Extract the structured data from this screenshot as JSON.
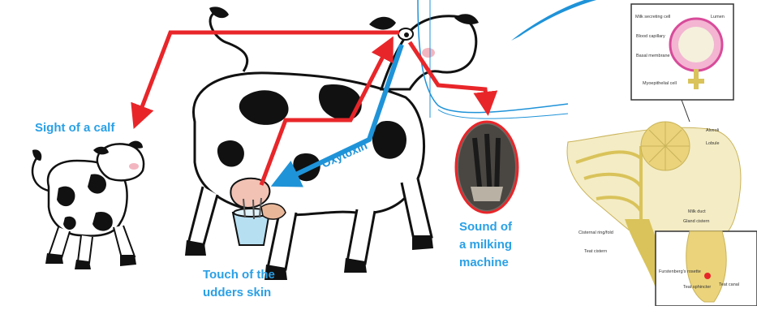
{
  "labels": {
    "sight_of_calf": "Sight of a calf",
    "oxytoxin": "Oxytoxin",
    "sound_line1": "Sound of",
    "sound_line2": "a milking",
    "sound_line3": "machine",
    "touch_line1": "Touch of the",
    "touch_line2": "udders skin"
  },
  "gland_labels": {
    "milk_secreting_cell": "Milk secreting cell",
    "lumen": "Lumen",
    "blood_capillary": "Blood capillary",
    "basal_membrane": "Basal membrane",
    "myoepithelial_cell": "Myoepithelial cell",
    "alveoli": "Alveoli",
    "lobule": "Lobule",
    "milk_duct": "Milk duct",
    "gland_cistern": "Gland cistern",
    "cisternal_ring": "Cisternal ring/fold",
    "teat_cistern": "Teat cistern",
    "furstenbergs_rosette": "Furstenberg's rosette",
    "teat_sphincter": "Teat sphincter",
    "teat_canal": "Teat canal"
  },
  "colors": {
    "arrow_red": "#e8262a",
    "arrow_blue": "#1f93d8",
    "label_blue": "#2aa0e6",
    "gland_yellow": "#d9c35a"
  }
}
